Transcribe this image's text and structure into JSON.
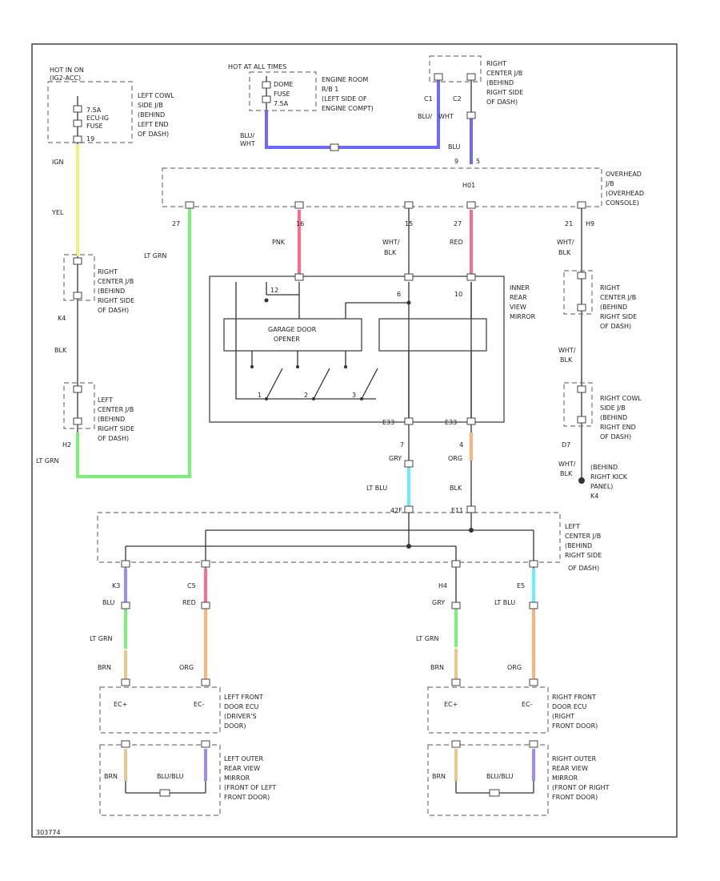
{
  "colors": {
    "yellow": "#f2f27a",
    "blue": "#6b6bff",
    "green": "#77f277",
    "pink": "#ff6b8a",
    "ltblue": "#66f0ff",
    "orange": "#ffb27a",
    "tan": "#e8c88a",
    "purple": "#9a8cff"
  },
  "labels": {
    "fuse1_hdr": "HOT IN ON",
    "fuse1_hdr2": "(IG2-ACC)",
    "fuse1_name": "7.5A",
    "fuse1_name2": "ECU-IG",
    "fuse1_name3": "FUSE",
    "fuse1_pin": "19",
    "fuse1_loc": "LEFT COWL",
    "fuse1_loc2": "SIDE J/B",
    "fuse1_loc3": "(BEHIND",
    "fuse1_loc4": "LEFT END",
    "fuse1_loc5": "OF DASH)",
    "fuse2_hdr": "HOT AT ALL TIMES",
    "fuse2_name": "DOME",
    "fuse2_name2": "FUSE",
    "fuse2_name3": "7.5A",
    "fuse2_loc": "ENGINE ROOM",
    "fuse2_loc2": "R/B 1",
    "fuse2_loc3": "(LEFT SIDE OF",
    "fuse2_loc4": "ENGINE COMPT)",
    "rcjb_top": "RIGHT",
    "rcjb_top2": "CENTER J/B",
    "rcjb_top3": "(BEHIND",
    "rcjb_top4": "RIGHT SIDE",
    "rcjb_top5": "OF DASH)",
    "c1": "C1",
    "c2": "C2",
    "w_blu_wht": "BLU/",
    "w_blu_wht2": "WHT",
    "w_blu_wht3": "BLU/",
    "w_blu_wht4": "WHT",
    "w_blu": "BLU",
    "pin_9": "9",
    "pin_5": "5",
    "oh_jb": "OVERHEAD",
    "oh_jb2": "J/B",
    "oh_jb3": "(OVERHEAD",
    "oh_jb4": "CONSOLE)",
    "h01": "H01",
    "pin_ign": "IGN",
    "w_yel": "YEL",
    "ltgrn_left": "LT GRN",
    "pin_27a": "27",
    "pin_16": "16",
    "pin_15": "15",
    "pin_27b": "27",
    "pin_21": "21",
    "pin_h9": "H9",
    "w_pnk": "PNK",
    "w_wht_blk": "WHT/",
    "w_wht_blk2": "BLK",
    "w_red": "RED",
    "w_wht_blk3": "WHT/",
    "w_wht_blk4": "BLK",
    "rcjb_left": "RIGHT",
    "rcjb_left2": "CENTER J/B",
    "rcjb_left3": "(BEHIND",
    "rcjb_left4": "RIGHT SIDE",
    "rcjb_left5": "OF DASH)",
    "pin_k4": "K4",
    "w_blk": "BLK",
    "lcjb_left": "LEFT",
    "lcjb_left2": "CENTER J/B",
    "lcjb_left3": "(BEHIND",
    "lcjb_left4": "RIGHT SIDE",
    "lcjb_left5": "OF DASH)",
    "pin_h2": "H2",
    "ltgrn_bottom": "LT GRN",
    "mirror": "INNER",
    "mirror2": "REAR",
    "mirror3": "VIEW",
    "mirror4": "MIRROR",
    "pin_m12": "12",
    "pin_m6": "6",
    "pin_m10": "10",
    "gdo": "GARAGE DOOR",
    "gdo2": "OPENER",
    "sw1": "1",
    "sw2": "2",
    "sw3": "3",
    "e33a": "E33",
    "e33b": "E33",
    "pin_7": "7",
    "pin_4": "4",
    "w_gry": "GRY",
    "w_org": "ORG",
    "w_ltblu": "LT BLU",
    "w_blk2": "BLK",
    "pin_42f": "42F",
    "pin_e11": "E11",
    "rcjb_right": "RIGHT",
    "rcjb_right2": "CENTER J/B",
    "rcjb_right3": "(BEHIND",
    "rcjb_right4": "RIGHT SIDE",
    "rcjb_right5": "OF DASH)",
    "w_wht_blk5": "WHT/",
    "w_wht_blk6": "BLK",
    "rcsjb": "RIGHT COWL",
    "rcsjb2": "SIDE J/B",
    "rcsjb3": "(BEHIND",
    "rcsjb4": "RIGHT END",
    "rcsjb5": "OF DASH)",
    "pin_d7": "D7",
    "w_wht_blk7": "WHT/",
    "w_wht_blk8": "BLK",
    "gnd": "(BEHIND",
    "gnd2": "RIGHT KICK",
    "gnd3": "PANEL)",
    "gnd4": "K4",
    "lcjb_mid": "LEFT",
    "lcjb_mid2": "CENTER J/B",
    "lcjb_mid3": "(BEHIND",
    "lcjb_mid4": "RIGHT SIDE",
    "lcjb_mid5": "OF DASH)",
    "pin_k3": "K3",
    "pin_c5": "C5",
    "pin_h4": "H4",
    "pin_e5": "E5",
    "w_blu2": "BLU",
    "w_red2": "RED",
    "w_gry2": "GRY",
    "w_ltblu2": "LT BLU",
    "w_ltgrn_a": "LT GRN",
    "w_ltgrn_b": "LT GRN",
    "w_brn_a": "BRN",
    "w_org_a": "ORG",
    "w_brn_b": "BRN",
    "w_org_b": "ORG",
    "lfd": "LEFT FRONT",
    "lfd2": "DOOR ECU",
    "lfd3": "(DRIVER'S",
    "lfd4": "DOOR)",
    "rfd": "RIGHT FRONT",
    "rfd2": "DOOR ECU",
    "rfd3": "(RIGHT",
    "rfd4": "FRONT DOOR)",
    "ec_a": "EC+",
    "ec_b": "EC-",
    "ec_c": "EC+",
    "ec_d": "EC-",
    "lom": "LEFT OUTER",
    "lom2": "REAR VIEW",
    "lom3": "MIRROR",
    "lom4": "(FRONT OF LEFT",
    "lom5": "FRONT DOOR)",
    "rom": "RIGHT OUTER",
    "rom2": "REAR VIEW",
    "rom3": "MIRROR",
    "rom4": "(FRONT OF RIGHT",
    "rom5": "FRONT DOOR)",
    "w_brn_c": "BRN",
    "w_blublu": "BLU/BLU",
    "w_brn_d": "BRN",
    "w_blublu2": "BLU/BLU",
    "footer": "303774"
  }
}
